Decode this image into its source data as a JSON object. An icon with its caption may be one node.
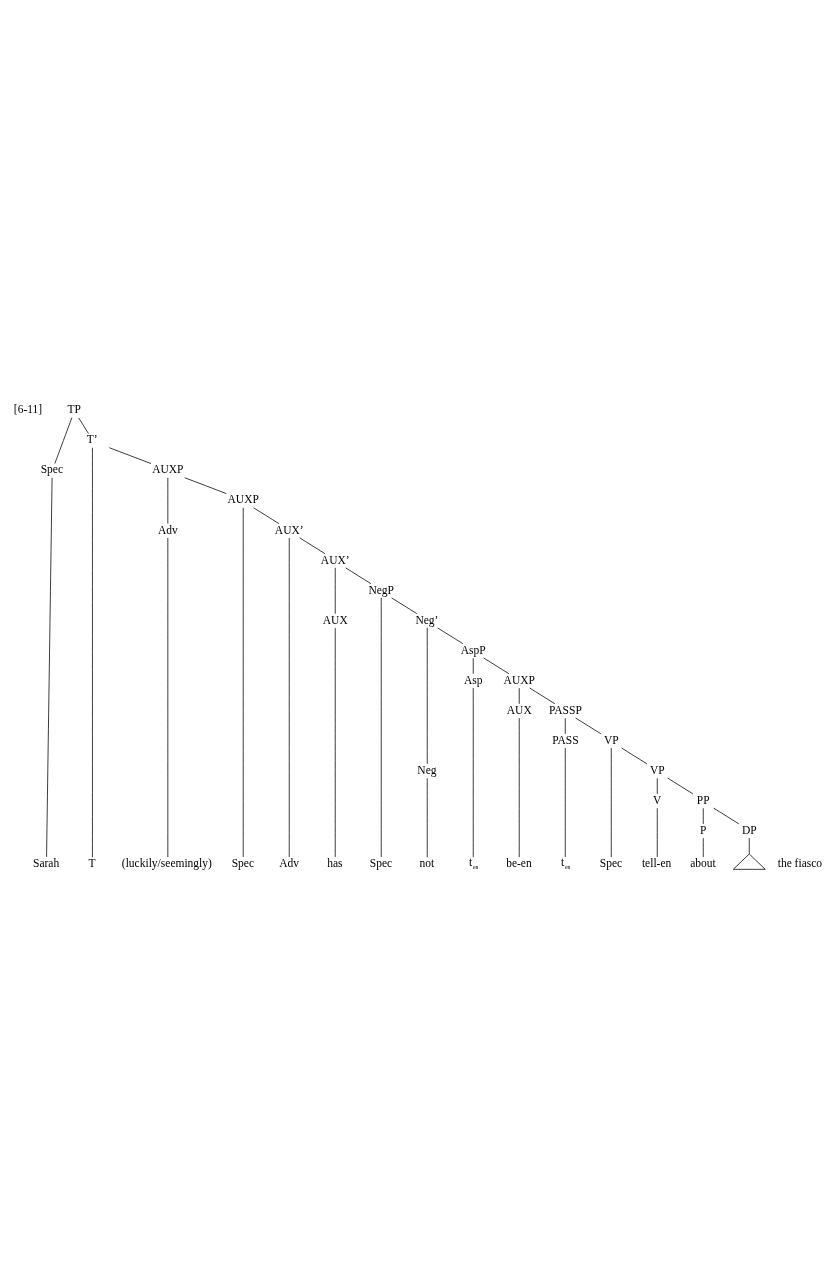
{
  "diagram": {
    "nodes": [
      {
        "text": [
          "TP"
        ]
      },
      {
        "text": [
          "Spec"
        ]
      },
      {
        "text": [
          "T’"
        ]
      },
      {
        "text": [
          "T"
        ]
      },
      {
        "text": [
          "AUXP"
        ]
      },
      {
        "text": [
          "Adv"
        ]
      },
      {
        "text": [
          "AUXP"
        ]
      },
      {
        "text": [
          "Spec"
        ]
      },
      {
        "text": [
          "AUX’"
        ]
      },
      {
        "text": [
          "Adv"
        ]
      },
      {
        "text": [
          "AUX’"
        ]
      },
      {
        "text": [
          "AUX"
        ]
      },
      {
        "text": [
          "NegP"
        ]
      },
      {
        "text": [
          "Spec"
        ]
      },
      {
        "text": [
          "Neg’"
        ]
      },
      {
        "text": [
          "Neg"
        ]
      },
      {
        "text": [
          "AspP"
        ]
      },
      {
        "text": [
          "Asp"
        ]
      },
      {
        "text": [
          "AUXP"
        ]
      },
      {
        "text": [
          "AUX"
        ]
      },
      {
        "text": [
          "PASSP"
        ]
      },
      {
        "text": [
          "PASS"
        ]
      },
      {
        "text": [
          "VP"
        ]
      },
      {
        "text": [
          "Spec"
        ]
      },
      {
        "text": [
          "VP"
        ]
      },
      {
        "text": [
          "V"
        ]
      },
      {
        "text": [
          "PP"
        ]
      },
      {
        "text": [
          "P"
        ]
      },
      {
        "text": [
          "DP"
        ]
      },
      {
        "text": [],
        "shape": "triangle",
        "beside": [
          "the fiasco"
        ]
      },
      {
        "text": [
          "Sarah"
        ]
      },
      {
        "text": [
          "(luckily/seemingly)"
        ]
      },
      {
        "text": [
          "has"
        ]
      },
      {
        "text": [
          "not"
        ]
      },
      {
        "text": [
          "t$_{en}$"
        ]
      },
      {
        "text": [
          "be-en"
        ]
      },
      {
        "text": [
          "t$_{en}$"
        ]
      },
      {
        "text": [
          "tell-en"
        ]
      },
      {
        "text": [
          "about"
        ]
      }
    ],
    "edges": [
      {
        "from": 0,
        "to": 1,
        "arrow": "none"
      },
      {
        "from": 0,
        "to": 2,
        "arrow": "none"
      },
      {
        "from": 2,
        "to": 3,
        "arrow": "none"
      },
      {
        "from": 2,
        "to": 4,
        "arrow": "none"
      },
      {
        "from": 4,
        "to": 5,
        "arrow": "none"
      },
      {
        "from": 4,
        "to": 6,
        "arrow": "none"
      },
      {
        "from": 6,
        "to": 7,
        "arrow": "none"
      },
      {
        "from": 6,
        "to": 8,
        "arrow": "none"
      },
      {
        "from": 8,
        "to": 9,
        "arrow": "none"
      },
      {
        "from": 8,
        "to": 10,
        "arrow": "none"
      },
      {
        "from": 10,
        "to": 11,
        "arrow": "none"
      },
      {
        "from": 10,
        "to": 12,
        "arrow": "none"
      },
      {
        "from": 12,
        "to": 13,
        "arrow": "none"
      },
      {
        "from": 12,
        "to": 14,
        "arrow": "none"
      },
      {
        "from": 14,
        "to": 15,
        "arrow": "none"
      },
      {
        "from": 14,
        "to": 16,
        "arrow": "none"
      },
      {
        "from": 16,
        "to": 17,
        "arrow": "none"
      },
      {
        "from": 16,
        "to": 18,
        "arrow": "none"
      },
      {
        "from": 18,
        "to": 19,
        "arrow": "none"
      },
      {
        "from": 18,
        "to": 20,
        "arrow": "none"
      },
      {
        "from": 20,
        "to": 21,
        "arrow": "none"
      },
      {
        "from": 20,
        "to": 22,
        "arrow": "none"
      },
      {
        "from": 22,
        "to": 23,
        "arrow": "none"
      },
      {
        "from": 22,
        "to": 24,
        "arrow": "none"
      },
      {
        "from": 24,
        "to": 25,
        "arrow": "none"
      },
      {
        "from": 24,
        "to": 26,
        "arrow": "none"
      },
      {
        "from": 26,
        "to": 27,
        "arrow": "none"
      },
      {
        "from": 26,
        "to": 28,
        "arrow": "none"
      },
      {
        "from": 28,
        "to": 29,
        "arrow": "none"
      },
      {
        "from": 1,
        "to": 30,
        "arrow": "none"
      },
      {
        "from": 5,
        "to": 31,
        "arrow": "none"
      },
      {
        "from": 11,
        "to": 32,
        "arrow": "none"
      },
      {
        "from": 15,
        "to": 33,
        "arrow": "none"
      },
      {
        "from": 17,
        "to": 34,
        "arrow": "none"
      },
      {
        "from": 19,
        "to": 35,
        "arrow": "none"
      },
      {
        "from": 21,
        "to": 36,
        "arrow": "none"
      },
      {
        "from": 25,
        "to": 37,
        "arrow": "none"
      },
      {
        "from": 27,
        "to": 38,
        "arrow": "none"
      }
    ],
    "labels": [
      "[6-11]"
    ]
  }
}
